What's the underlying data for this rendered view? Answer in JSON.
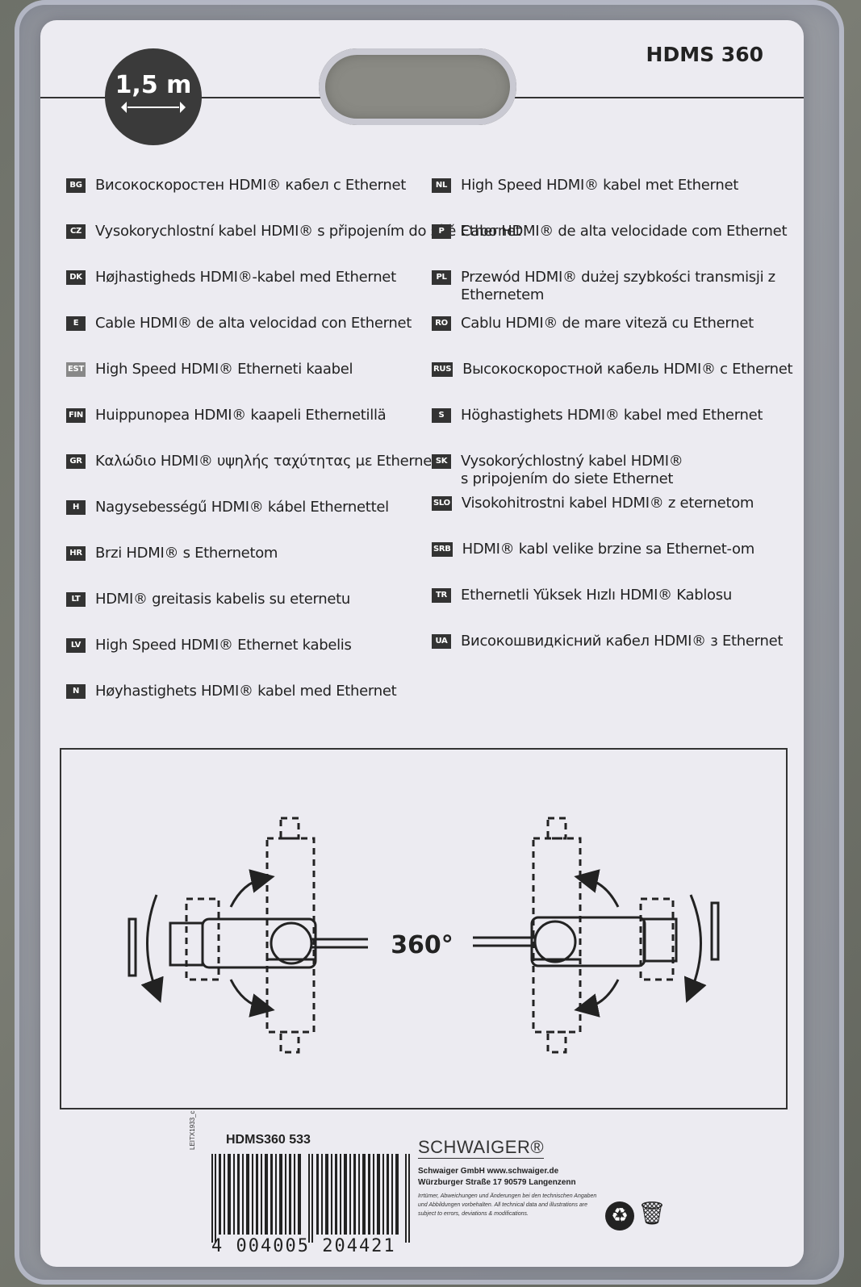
{
  "header": {
    "length": "1,5 m",
    "model": "HDMS 360"
  },
  "left_column": [
    {
      "code": "BG",
      "text": "Високоскоростен HDMI® кабел с Ethernet"
    },
    {
      "code": "CZ",
      "text": "Vysokorychlostní kabel HDMI® s připojením do sítě Ethernet"
    },
    {
      "code": "DK",
      "text": "Højhastigheds HDMI®-kabel med Ethernet"
    },
    {
      "code": "E",
      "text": "Cable HDMI® de alta velocidad con Ethernet"
    },
    {
      "code": "EST",
      "text": "High Speed HDMI® Etherneti kaabel"
    },
    {
      "code": "FIN",
      "text": "Huippunopea HDMI® kaapeli Ethernetillä"
    },
    {
      "code": "GR",
      "text": "Καλώδιο HDMI® υψηλής ταχύτητας με Ethernet"
    },
    {
      "code": "H",
      "text": "Nagysebességű HDMI® kábel Ethernettel"
    },
    {
      "code": "HR",
      "text": "Brzi HDMI® s Ethernetom"
    },
    {
      "code": "LT",
      "text": "HDMI® greitasis kabelis su eternetu"
    },
    {
      "code": "LV",
      "text": "High Speed HDMI® Ethernet kabelis"
    },
    {
      "code": "N",
      "text": "Høyhastighets HDMI® kabel med Ethernet"
    }
  ],
  "right_column": [
    {
      "code": "NL",
      "text": "High Speed HDMI® kabel met Ethernet"
    },
    {
      "code": "P",
      "text": "Cabo HDMI® de alta velocidade com Ethernet"
    },
    {
      "code": "PL",
      "text": "Przewód HDMI® dużej szybkości transmisji z Ethernetem"
    },
    {
      "code": "RO",
      "text": "Cablu HDMI® de mare viteză cu Ethernet"
    },
    {
      "code": "RUS",
      "text": "Высокоскоростной кабель HDMI® с Ethernet"
    },
    {
      "code": "S",
      "text": "Höghastighets HDMI® kabel med Ethernet"
    },
    {
      "code": "SK",
      "text": "Vysokorýchlostný kabel HDMI® s pripojením do siete Ethernet"
    },
    {
      "code": "SLO",
      "text": "Visokohitrostni kabel HDMI® z eternetom"
    },
    {
      "code": "SRB",
      "text": "HDMI® kabl velike brzine sa Ethernet-om"
    },
    {
      "code": "TR",
      "text": "Ethernetli Yüksek Hızlı HDMI® Kablosu"
    },
    {
      "code": "UA",
      "text": "Високошвидкісний кабел HDMI® з Ethernet"
    }
  ],
  "diagram": {
    "label": "360°"
  },
  "footer": {
    "sku": "HDMS360 533",
    "leitx": "LEITX1933_c",
    "barcode_digits": "4 004005 204421",
    "brand": "SCHWAIGER®",
    "company_line1": "Schwaiger GmbH   www.schwaiger.de",
    "company_line2": "Würzburger Straße 17   90579 Langenzenn",
    "disclaimer": "Irrtümer, Abweichungen und Änderungen bei den technischen Angaben und Abbildungen vorbehalten. All technical data and illustrations are subject to errors, deviations & modifications."
  },
  "icons": [
    "recycle-icon",
    "waste-bin-icon"
  ]
}
